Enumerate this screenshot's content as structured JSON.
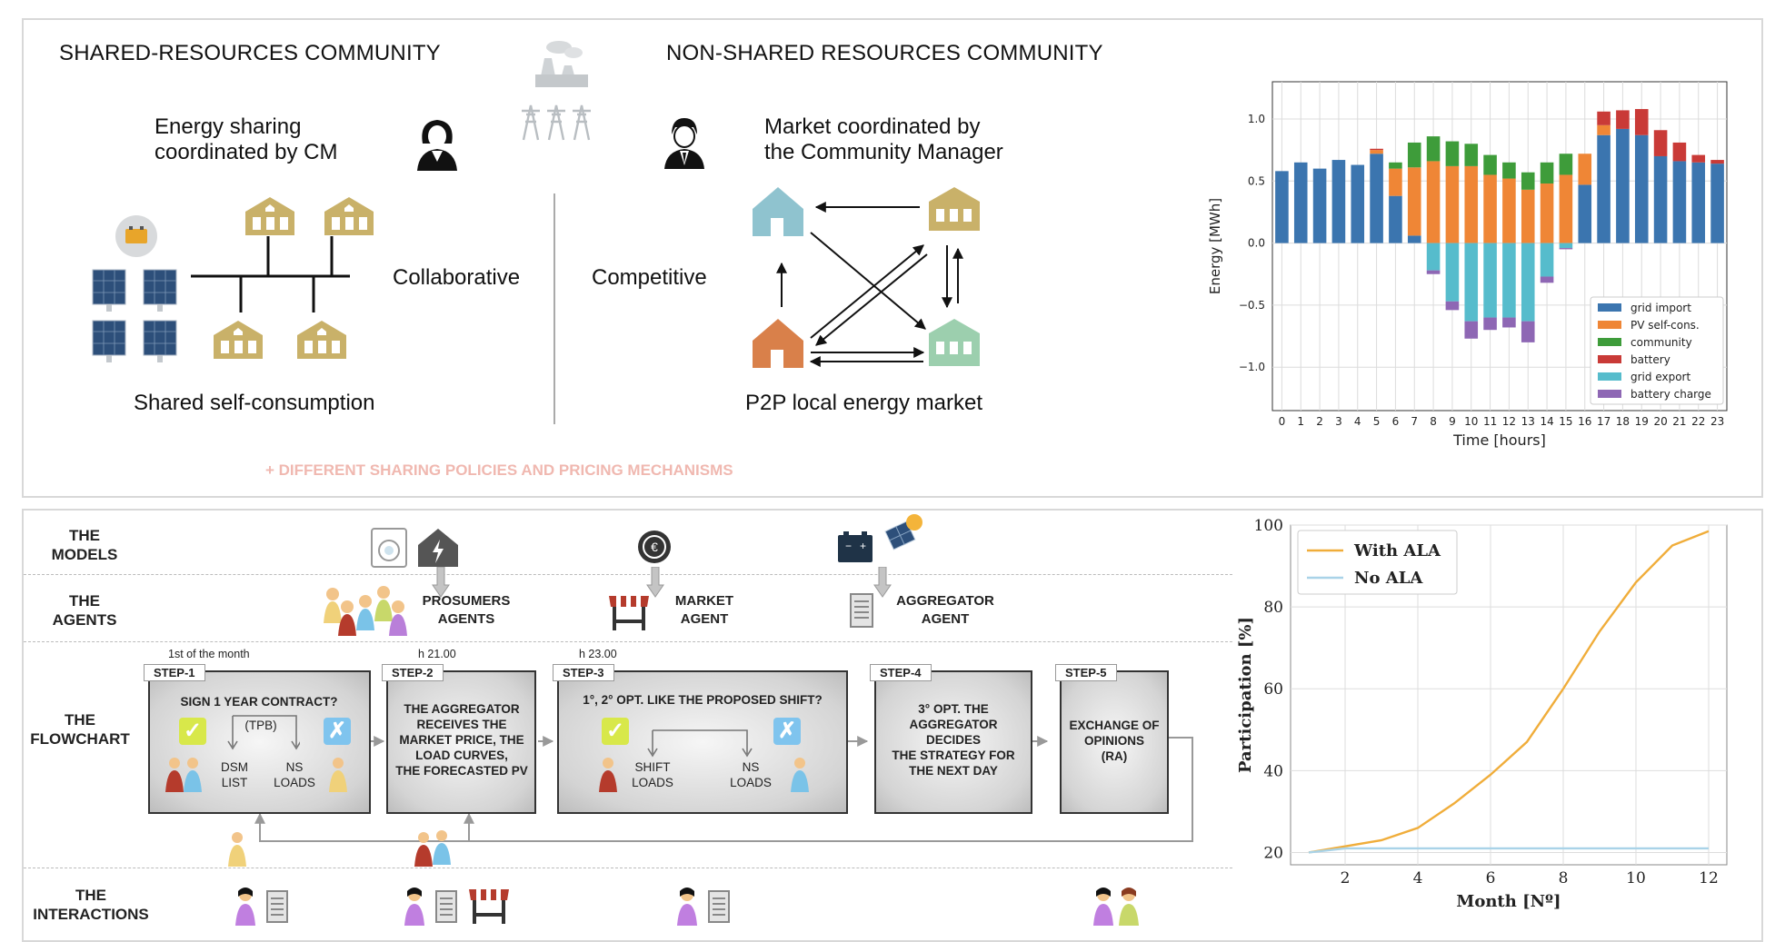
{
  "top": {
    "shared_title": "SHARED-RESOURCES COMMUNITY",
    "nonshared_title": "NON-SHARED RESOURCES COMMUNITY",
    "shared_sub_line1": "Energy sharing",
    "shared_sub_line2": "coordinated by CM",
    "nonshared_sub_line1": "Market coordinated by",
    "nonshared_sub_line2": "the Community Manager",
    "collaborative": "Collaborative",
    "competitive": "Competitive",
    "shared_caption": "Shared self-consumption",
    "p2p_caption": "P2P local energy market",
    "policies": "+ DIFFERENT SHARING POLICIES AND PRICING MECHANISMS"
  },
  "bottom": {
    "lanes": {
      "models": "THE\nMODELS",
      "agents": "THE\nAGENTS",
      "flowchart": "THE\nFLOWCHART",
      "interactions": "THE\nINTERACTIONS"
    },
    "agents": {
      "prosumers": "PROSUMERS\nAGENTS",
      "market": "MARKET\nAGENT",
      "aggregator": "AGGREGATOR\nAGENT"
    },
    "times": [
      "1st of the month",
      "h 21.00",
      "h 23.00"
    ],
    "steps": [
      {
        "tag": "STEP-1",
        "title": "SIGN 1 YEAR CONTRACT?",
        "tpb": "(TPB)",
        "left": "DSM\nLIST",
        "right": "NS\nLOADS"
      },
      {
        "tag": "STEP-2",
        "text": "THE AGGREGATOR\nRECEIVES THE\nMARKET PRICE, THE\nLOAD CURVES,\nTHE FORECASTED PV"
      },
      {
        "tag": "STEP-3",
        "title": "1°, 2° OPT. LIKE THE PROPOSED SHIFT?",
        "left": "SHIFT\nLOADS",
        "right": "NS\nLOADS"
      },
      {
        "tag": "STEP-4",
        "text": "3° OPT. THE\nAGGREGATOR\nDECIDES\nTHE STRATEGY FOR\nTHE NEXT DAY"
      },
      {
        "tag": "STEP-5",
        "text": "EXCHANGE OF\nOPINIONS\n(RA)"
      }
    ],
    "check_glyph": "✓",
    "cross_glyph": "✗"
  },
  "colors": {
    "house_gold": "#c9b169",
    "house_blue": "#8fc3cf",
    "house_orange": "#d9804a",
    "house_green": "#9ccfae",
    "solar": "#2d4f7a"
  },
  "chart_data": [
    {
      "type": "bar",
      "stacked": true,
      "xlabel": "Time [hours]",
      "ylabel": "Energy [MWh]",
      "ylim": [
        -1.35,
        1.3
      ],
      "yticks": [
        1.0,
        0.5,
        0.0,
        -0.5,
        -1.0
      ],
      "ytick_labels": [
        "1.0",
        "0.5",
        "0.0",
        "−0.5",
        "−1.0"
      ],
      "categories": [
        "0",
        "1",
        "2",
        "3",
        "4",
        "5",
        "6",
        "7",
        "8",
        "9",
        "10",
        "11",
        "12",
        "13",
        "14",
        "15",
        "16",
        "17",
        "18",
        "19",
        "20",
        "21",
        "22",
        "23"
      ],
      "grid": true,
      "legend_position": "bottom-right",
      "series": [
        {
          "name": "grid import",
          "color": "#3b75af",
          "values": [
            0.58,
            0.65,
            0.6,
            0.67,
            0.63,
            0.72,
            0.38,
            0.06,
            0,
            0,
            0,
            0,
            0,
            0,
            0,
            0,
            0.47,
            0.87,
            0.92,
            0.87,
            0.7,
            0.66,
            0.65,
            0.64
          ]
        },
        {
          "name": "PV self-cons.",
          "color": "#ef8636",
          "values": [
            0,
            0,
            0,
            0,
            0,
            0.03,
            0.22,
            0.55,
            0.66,
            0.62,
            0.62,
            0.55,
            0.52,
            0.43,
            0.48,
            0.55,
            0.25,
            0.08,
            0,
            0,
            0,
            0,
            0,
            0
          ]
        },
        {
          "name": "community",
          "color": "#3e9c3a",
          "values": [
            0,
            0,
            0,
            0,
            0,
            0,
            0.05,
            0.2,
            0.2,
            0.2,
            0.18,
            0.16,
            0.13,
            0.14,
            0.17,
            0.17,
            0,
            0,
            0,
            0,
            0,
            0,
            0,
            0
          ]
        },
        {
          "name": "battery",
          "color": "#c93a37",
          "values": [
            0,
            0,
            0,
            0,
            0,
            0.01,
            0,
            0,
            0,
            0,
            0,
            0,
            0,
            0,
            0,
            0,
            0,
            0.11,
            0.15,
            0.21,
            0.21,
            0.15,
            0.06,
            0.03
          ]
        },
        {
          "name": "grid export",
          "color": "#56bccc",
          "values": [
            0,
            0,
            0,
            0,
            0,
            0,
            0,
            0,
            -0.22,
            -0.47,
            -0.63,
            -0.6,
            -0.6,
            -0.63,
            -0.27,
            -0.04,
            0,
            0,
            0,
            0,
            0,
            0,
            0,
            0
          ]
        },
        {
          "name": "battery charge",
          "color": "#8e67b4",
          "values": [
            0,
            0,
            0,
            0,
            0,
            0,
            0,
            0,
            -0.03,
            -0.07,
            -0.14,
            -0.1,
            -0.08,
            -0.17,
            -0.05,
            -0.01,
            0,
            0,
            0,
            0,
            0,
            0,
            0,
            0
          ]
        }
      ]
    },
    {
      "type": "line",
      "xlabel": "Month [Nº]",
      "ylabel": "Participation [%]",
      "xlim": [
        0.5,
        12.5
      ],
      "ylim": [
        17,
        100
      ],
      "xticks": [
        2,
        4,
        6,
        8,
        10,
        12
      ],
      "yticks": [
        20,
        40,
        60,
        80,
        100
      ],
      "grid": true,
      "legend_position": "top-left",
      "x": [
        1,
        2,
        3,
        4,
        5,
        6,
        7,
        8,
        9,
        10,
        11,
        12
      ],
      "series": [
        {
          "name": "With ALA",
          "color": "#f0ad3a",
          "values": [
            20,
            21.5,
            23,
            26,
            32,
            39,
            47,
            60,
            74,
            86,
            95,
            98.5
          ]
        },
        {
          "name": "No ALA",
          "color": "#a9d3e8",
          "values": [
            20,
            21,
            21,
            21,
            21,
            21,
            21,
            21,
            21,
            21,
            21,
            21
          ]
        }
      ]
    }
  ]
}
